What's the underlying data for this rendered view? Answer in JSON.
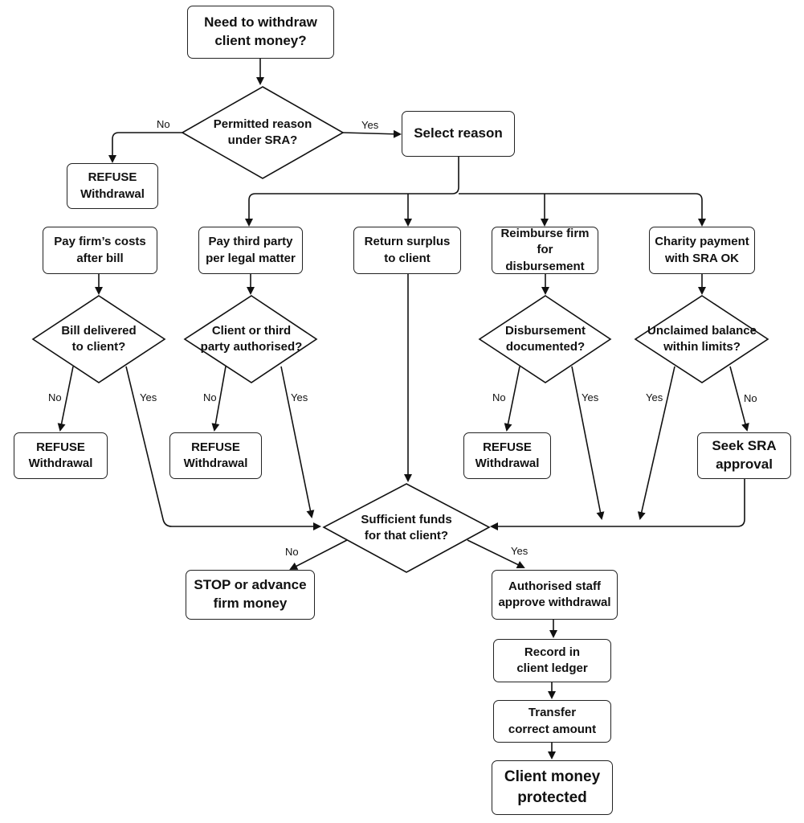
{
  "nodes": {
    "start": "Need to withdraw\nclient money?",
    "permitted": "Permitted reason\nunder SRA?",
    "select_reason": "Select reason",
    "refuse_top": "REFUSE\nWithdrawal",
    "pay_costs": "Pay firm’s costs\nafter bill",
    "pay_third": "Pay third party\nper legal matter",
    "return_surplus": "Return surplus\nto client",
    "reimburse": "Reimburse firm\nfor disbursement",
    "charity": "Charity payment\nwith SRA OK",
    "bill_delivered": "Bill delivered\nto client?",
    "client_auth": "Client or third\nparty authorised?",
    "disb_documented": "Disbursement\ndocumented?",
    "unclaimed": "Unclaimed balance\nwithin limits?",
    "refuse_1": "REFUSE\nWithdrawal",
    "refuse_2": "REFUSE\nWithdrawal",
    "refuse_3": "REFUSE\nWithdrawal",
    "seek_sra": "Seek SRA\napproval",
    "sufficient": "Sufficient funds\nfor that client?",
    "stop": "STOP or advance\nfirm money",
    "staff_approve": "Authorised staff\napprove withdrawal",
    "record": "Record in\nclient ledger",
    "transfer": "Transfer\ncorrect amount",
    "protected": "Client money\nprotected"
  },
  "edge_labels": {
    "permitted_no": "No",
    "permitted_yes": "Yes",
    "bill_no": "No",
    "bill_yes": "Yes",
    "auth_no": "No",
    "auth_yes": "Yes",
    "disb_no": "No",
    "disb_yes": "Yes",
    "unclaimed_yes": "Yes",
    "unclaimed_no": "No",
    "funds_no": "No",
    "funds_yes": "Yes"
  }
}
